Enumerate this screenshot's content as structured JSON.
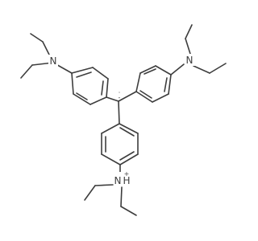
{
  "molecule": {
    "atoms": {
      "n1": {
        "symbol": "N"
      },
      "n2": {
        "symbol": "N"
      },
      "n3": {
        "symbol": "N",
        "hydrogen": "H",
        "charge": "+"
      },
      "c_center": {
        "radical": "·",
        "charge": "-"
      }
    },
    "colors": {
      "bond": "#3d3d3d",
      "atom": "#3d3d3d",
      "background": "#ffffff"
    }
  }
}
